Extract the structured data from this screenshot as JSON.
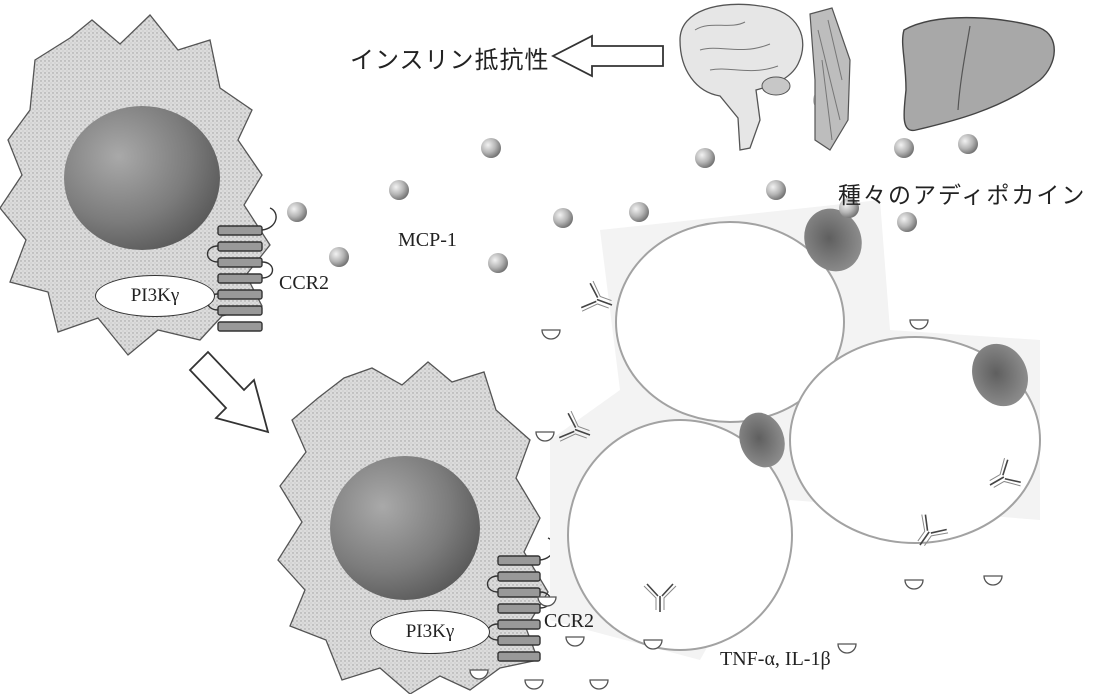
{
  "labels": {
    "insulin_resistance": "インスリン抵抗性",
    "adipokines": "種々のアディポカイン",
    "mcp1": "MCP-1",
    "ccr2_upper": "CCR2",
    "ccr2_lower": "CCR2",
    "pi3k_upper": "PI3Kγ",
    "pi3k_lower": "PI3Kγ",
    "cytokines": "TNF-α, IL-1β"
  },
  "colors": {
    "ink": "#333333",
    "cell_fill": "#d8d8d8",
    "nucleus": "#7a7a7a",
    "particle": "#9a9a9a",
    "adipocyte_edge": "#9d9d9d",
    "organ_fill": "#a8a8a8"
  }
}
